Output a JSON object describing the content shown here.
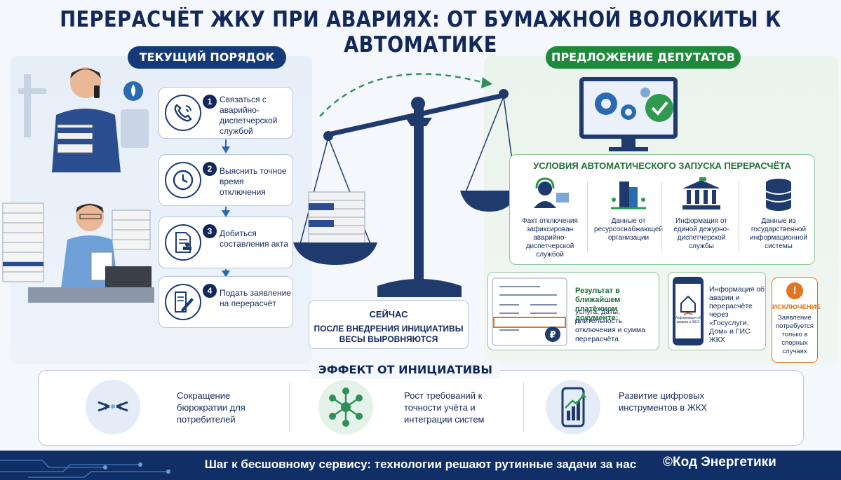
{
  "title": "ПЕРЕРАСЧЁТ ЖКУ ПРИ АВАРИЯХ: ОТ БУМАЖНОЙ ВОЛОКИТЫ К АВТОМАТИКЕ",
  "left_header": "ТЕКУЩИЙ ПОРЯДОК",
  "right_header": "ПРЕДЛОЖЕНИЕ ДЕПУТАТОВ",
  "steps": [
    {
      "num": "1",
      "label": "Связаться с аварийно-диспетчерской службой",
      "icon": "phone-icon"
    },
    {
      "num": "2",
      "label": "Выяснить точное время отключения",
      "icon": "clock-icon"
    },
    {
      "num": "3",
      "label": "Добиться составления акта",
      "icon": "document-stamp-icon"
    },
    {
      "num": "4",
      "label": "Подать заявление на перерасчёт",
      "icon": "pen-document-icon"
    }
  ],
  "now": {
    "title": "СЕЙЧАС",
    "text": "ПОСЛЕ ВНЕДРЕНИЯ ИНИЦИАТИВЫ ВЕСЫ ВЫРОВНЯЮТСЯ"
  },
  "conditions": {
    "title": "УСЛОВИЯ АВТОМАТИЧЕСКОГО ЗАПУСКА ПЕРЕРАСЧЁТА",
    "items": [
      {
        "text": "Факт отключения зафиксирован аварийно-диспетчерской службой",
        "icon": "operator-icon"
      },
      {
        "text": "Данные от ресурсоснабжающей организации",
        "icon": "buildings-icon"
      },
      {
        "text": "Информация от единой дежурно-диспетчерской службы",
        "icon": "government-building-icon"
      },
      {
        "text": "Данные из государственной информационной системы",
        "icon": "database-icon"
      }
    ]
  },
  "result": {
    "title": "Результат в ближайшем платёжном документе:",
    "text": "услуга, даты, длительность отключения и сумма перерасчёта"
  },
  "info": {
    "text": "Информация об аварии и перерасчёте через «Госуслуги. Дом» и ГИС ЖКХ",
    "phone_caption": "Информация об аварии в ЖКХ"
  },
  "exception": {
    "title": "ИСКЛЮЧЕНИЕ",
    "text": "Заявление потребуется только в спорных случаях"
  },
  "effect": {
    "title": "ЭФФЕКТ ОТ ИНИЦИАТИВЫ",
    "items": [
      {
        "text": "Сокращение бюрократии для потребителей",
        "icon": "converging-arrows-icon"
      },
      {
        "text": "Рост требований к точности учёта и интеграции систем",
        "icon": "network-icon"
      },
      {
        "text": "Развитие цифровых инструментов в ЖКХ",
        "icon": "smartphone-chart-icon"
      }
    ]
  },
  "footer": {
    "text": "Шаг к бесшовному сервису: технологии решают рутинные задачи за нас",
    "copyright": "©Код Энергетики"
  },
  "colors": {
    "navy": "#13285a",
    "blue": "#163a78",
    "green": "#1f8a3c",
    "orange": "#e2761f",
    "footer": "#0f2f66"
  }
}
